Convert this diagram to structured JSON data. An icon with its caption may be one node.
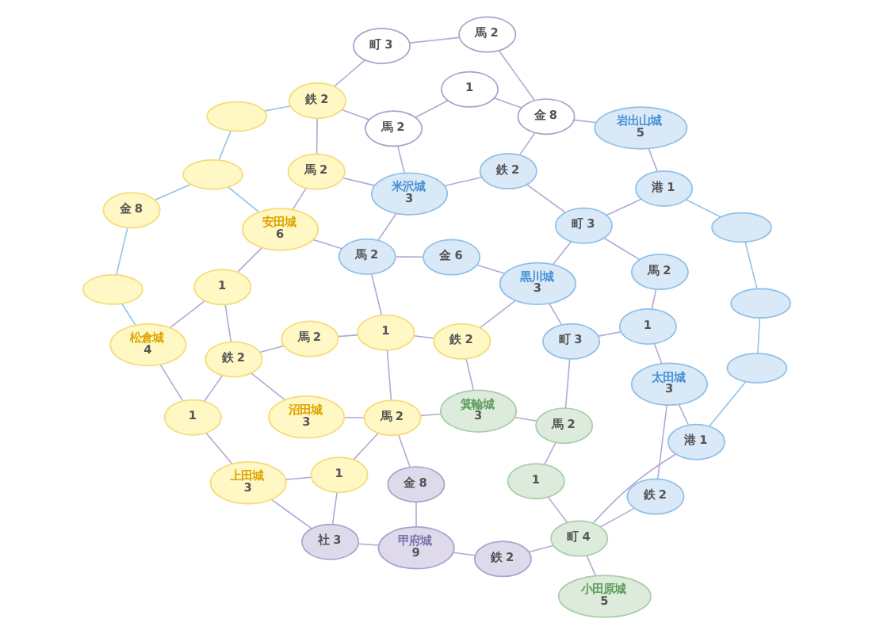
{
  "diagram": {
    "nodes": [
      {
        "text": [],
        "shape": "ellipse"
      },
      {
        "text": [
          "町 3"
        ]
      },
      {
        "text": [
          "馬 2"
        ]
      },
      {
        "text": [
          "金 8"
        ]
      },
      {
        "text": [],
        "shape": "ellipse"
      },
      {
        "text": [
          "鉄 2"
        ]
      },
      {
        "text": [],
        "shape": "ellipse"
      },
      {
        "text": [
          "馬 2"
        ]
      },
      {
        "text": [
          "金 8"
        ]
      },
      {
        "text": [
          "馬 2"
        ]
      },
      {
        "text": [
          "松倉城",
          "4"
        ]
      },
      {
        "text": [
          "安田城",
          "6"
        ]
      },
      {
        "text": [
          "1"
        ]
      },
      {
        "text": [
          "1"
        ]
      },
      {
        "text": [
          "米沢城",
          "3"
        ]
      },
      {
        "text": [
          "岩出山城",
          "5"
        ]
      },
      {
        "text": [
          "馬 2"
        ]
      },
      {
        "text": [
          "1"
        ]
      },
      {
        "text": [
          "鉄 2"
        ]
      },
      {
        "text": [
          "鉄 2"
        ]
      },
      {
        "text": [
          "馬 2"
        ]
      },
      {
        "text": [
          "金 6"
        ]
      },
      {
        "text": [
          "1"
        ]
      },
      {
        "text": [
          "港 1"
        ]
      },
      {
        "text": [
          "町 3"
        ]
      },
      {
        "text": [
          "沼田城",
          "3"
        ]
      },
      {
        "text": [
          "鉄 2"
        ]
      },
      {
        "text": [
          "黒川城",
          "3"
        ]
      },
      {
        "text": [
          "上田城",
          "3"
        ]
      },
      {
        "text": [],
        "shape": "ellipse"
      },
      {
        "text": [
          "1"
        ]
      },
      {
        "text": [
          "馬 2"
        ]
      },
      {
        "text": [
          "馬 2"
        ]
      },
      {
        "text": [
          "箕輪城",
          "3"
        ]
      },
      {
        "text": [
          "町 3"
        ]
      },
      {
        "text": [
          "社 3"
        ]
      },
      {
        "text": [
          "金 8"
        ]
      },
      {
        "text": [],
        "shape": "ellipse"
      },
      {
        "text": [
          "1"
        ]
      },
      {
        "text": [
          "馬 2"
        ]
      },
      {
        "text": [
          "甲府城",
          "9"
        ]
      },
      {
        "text": [
          "太田城",
          "3"
        ]
      },
      {
        "text": [
          "鉄 2"
        ]
      },
      {
        "text": [],
        "shape": "ellipse"
      },
      {
        "text": [
          "1"
        ]
      },
      {
        "text": [
          "鉄 2"
        ]
      },
      {
        "text": [
          "港 1"
        ]
      },
      {
        "text": [
          "小田原城",
          "5"
        ]
      },
      {
        "text": [
          "町 4"
        ]
      }
    ],
    "edges": [
      {
        "from": 6,
        "to": 3,
        "arrow": "none",
        "color": "#90c4ea"
      },
      {
        "from": 3,
        "to": 4,
        "arrow": "none",
        "color": "#90c4ea"
      },
      {
        "from": 4,
        "to": 0,
        "arrow": "none",
        "color": "#90c4ea"
      },
      {
        "from": 0,
        "to": 5,
        "arrow": "none",
        "color": "#90c4ea"
      },
      {
        "from": 4,
        "to": 11,
        "arrow": "none",
        "color": "#90c4ea"
      },
      {
        "from": 6,
        "to": 10,
        "arrow": "none",
        "color": "#90c4ea"
      },
      {
        "from": 5,
        "to": 1,
        "arrow": "none"
      },
      {
        "from": 1,
        "to": 2,
        "arrow": "none"
      },
      {
        "from": 2,
        "to": 8,
        "arrow": "none"
      },
      {
        "from": 5,
        "to": 9,
        "arrow": "none"
      },
      {
        "from": 7,
        "to": 5,
        "arrow": "none"
      },
      {
        "from": 9,
        "to": 13,
        "arrow": "none"
      },
      {
        "from": 13,
        "to": 8,
        "arrow": "none"
      },
      {
        "from": 10,
        "to": 12,
        "arrow": "none"
      },
      {
        "from": 12,
        "to": 11,
        "arrow": "none"
      },
      {
        "from": 11,
        "to": 7,
        "arrow": "none"
      },
      {
        "from": 11,
        "to": 16,
        "arrow": "none"
      },
      {
        "from": 7,
        "to": 14,
        "arrow": "none"
      },
      {
        "from": 9,
        "to": 14,
        "arrow": "none"
      },
      {
        "from": 8,
        "to": 19,
        "arrow": "none"
      },
      {
        "from": 8,
        "to": 15,
        "arrow": "none"
      },
      {
        "from": 10,
        "to": 17,
        "arrow": "none"
      },
      {
        "from": 12,
        "to": 18,
        "arrow": "none"
      },
      {
        "from": 17,
        "to": 18,
        "arrow": "none"
      },
      {
        "from": 14,
        "to": 16,
        "arrow": "none"
      },
      {
        "from": 14,
        "to": 19,
        "arrow": "none"
      },
      {
        "from": 15,
        "to": 23,
        "arrow": "none"
      },
      {
        "from": 18,
        "to": 20,
        "arrow": "none"
      },
      {
        "from": 18,
        "to": 25,
        "arrow": "none"
      },
      {
        "from": 17,
        "to": 28,
        "arrow": "none"
      },
      {
        "from": 16,
        "to": 21,
        "arrow": "none"
      },
      {
        "from": 16,
        "to": 22,
        "arrow": "none"
      },
      {
        "from": 19,
        "to": 24,
        "arrow": "none"
      },
      {
        "from": 20,
        "to": 22,
        "arrow": "none"
      },
      {
        "from": 21,
        "to": 27,
        "arrow": "none"
      },
      {
        "from": 22,
        "to": 26,
        "arrow": "none"
      },
      {
        "from": 22,
        "to": 31,
        "arrow": "none"
      },
      {
        "from": 24,
        "to": 23,
        "arrow": "none"
      },
      {
        "from": 23,
        "to": 29,
        "arrow": "none",
        "color": "#90c4ea"
      },
      {
        "from": 24,
        "to": 27,
        "arrow": "none"
      },
      {
        "from": 24,
        "to": 32,
        "arrow": "none"
      },
      {
        "from": 26,
        "to": 27,
        "arrow": "none"
      },
      {
        "from": 26,
        "to": 33,
        "arrow": "none"
      },
      {
        "from": 27,
        "to": 34,
        "arrow": "none"
      },
      {
        "from": 28,
        "to": 30,
        "arrow": "none"
      },
      {
        "from": 28,
        "to": 35,
        "arrow": "none"
      },
      {
        "from": 29,
        "to": 37,
        "arrow": "none",
        "color": "#90c4ea"
      },
      {
        "from": 31,
        "to": 30,
        "arrow": "none"
      },
      {
        "from": 31,
        "to": 25,
        "arrow": "none"
      },
      {
        "from": 31,
        "to": 33,
        "arrow": "none"
      },
      {
        "from": 31,
        "to": 36,
        "arrow": "none"
      },
      {
        "from": 30,
        "to": 35,
        "arrow": "none"
      },
      {
        "from": 32,
        "to": 38,
        "arrow": "none"
      },
      {
        "from": 33,
        "to": 39,
        "arrow": "none"
      },
      {
        "from": 34,
        "to": 38,
        "arrow": "none"
      },
      {
        "from": 34,
        "to": 39,
        "arrow": "none"
      },
      {
        "from": 35,
        "to": 40,
        "arrow": "none"
      },
      {
        "from": 37,
        "to": 43,
        "arrow": "none",
        "color": "#90c4ea"
      },
      {
        "from": 38,
        "to": 41,
        "arrow": "none"
      },
      {
        "from": 39,
        "to": 44,
        "arrow": "none"
      },
      {
        "from": 40,
        "to": 36,
        "arrow": "none"
      },
      {
        "from": 40,
        "to": 42,
        "arrow": "none"
      },
      {
        "from": 41,
        "to": 45,
        "arrow": "none"
      },
      {
        "from": 41,
        "to": 46,
        "arrow": "none"
      },
      {
        "from": 42,
        "to": 48,
        "arrow": "none"
      },
      {
        "from": 43,
        "to": 46,
        "arrow": "none",
        "color": "#90c4ea"
      },
      {
        "from": 44,
        "to": 48,
        "arrow": "none"
      },
      {
        "from": 45,
        "to": 48,
        "arrow": "none"
      },
      {
        "from": 46,
        "to": 48,
        "arrow": "none"
      },
      {
        "from": 47,
        "to": 48,
        "arrow": "none"
      }
    ]
  }
}
